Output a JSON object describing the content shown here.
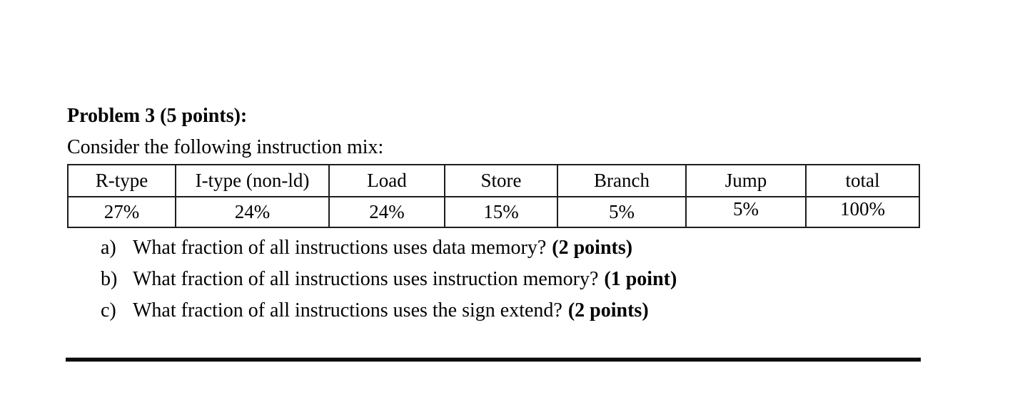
{
  "document": {
    "title": "Problem 3 (5 points):",
    "intro": "Consider the following instruction mix:",
    "table": {
      "headers": [
        "R-type",
        "I-type (non-ld)",
        "Load",
        "Store",
        "Branch",
        "Jump",
        "total"
      ],
      "values": [
        "27%",
        "24%",
        "24%",
        "15%",
        "5%",
        "5%",
        "100%"
      ]
    },
    "questions": [
      {
        "marker": "a)",
        "text": "What fraction of all instructions uses data memory?",
        "points": "(2 points)"
      },
      {
        "marker": "b)",
        "text": "What fraction of all instructions uses instruction memory?",
        "points": "(1 point)"
      },
      {
        "marker": "c)",
        "text": "What fraction of all instructions uses the sign extend?",
        "points": "(2 points)"
      }
    ],
    "colors": {
      "text": "#000000",
      "table_border": "#1d1d1d",
      "rule": "#0c0c0c",
      "background": "#ffffff"
    }
  }
}
